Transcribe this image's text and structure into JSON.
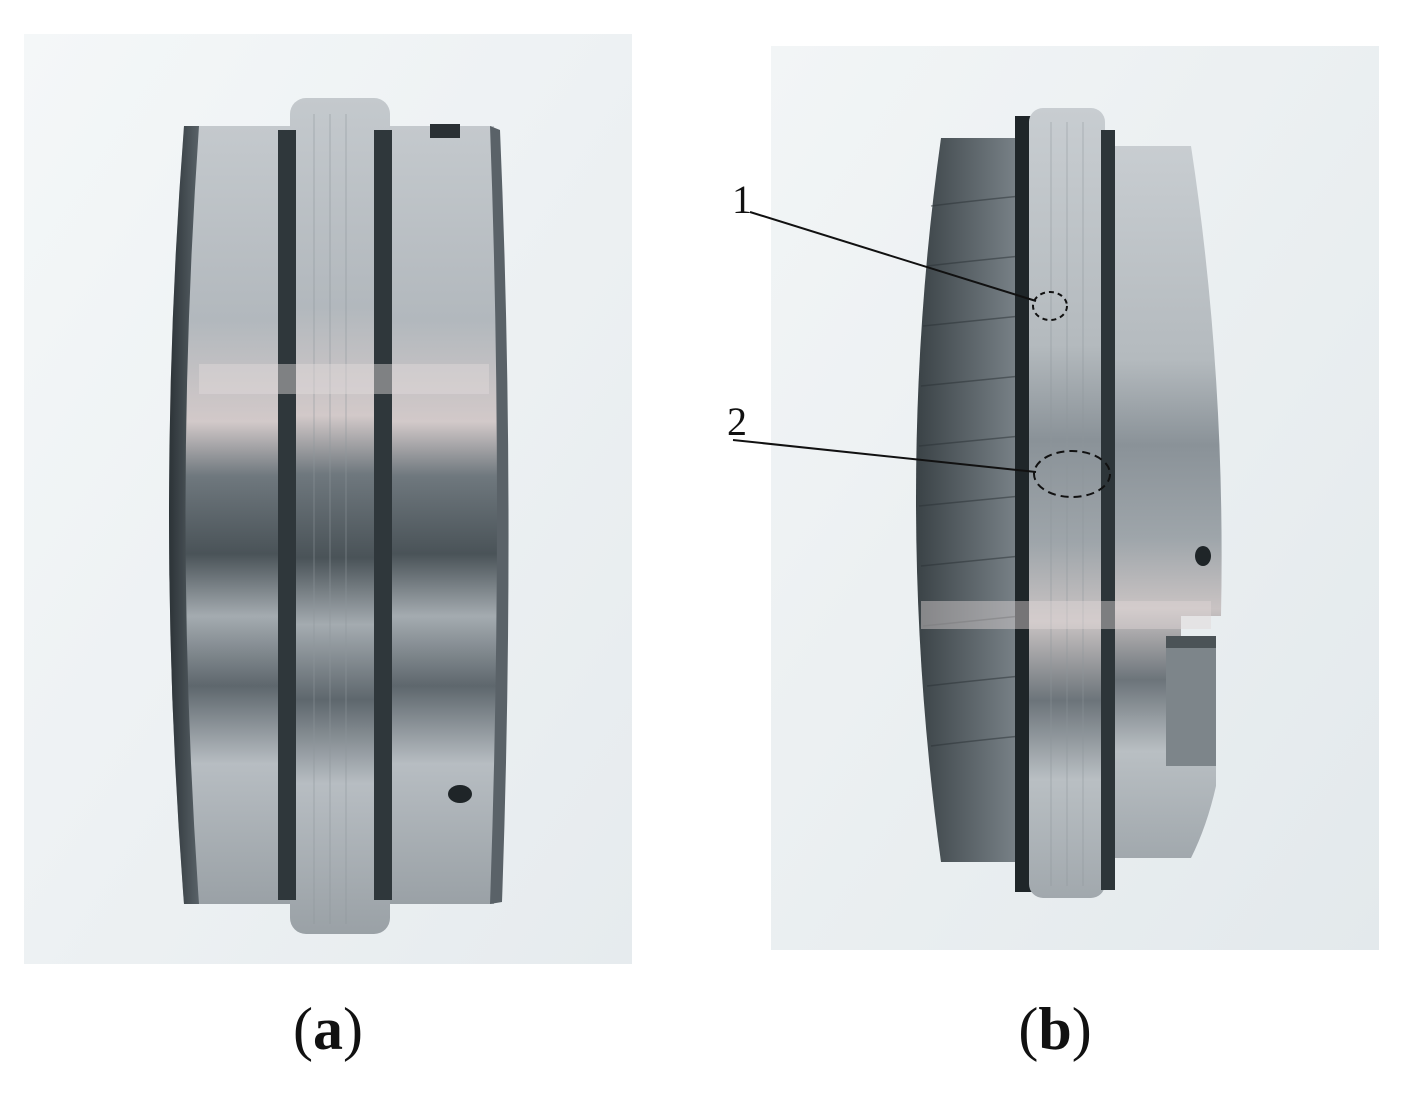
{
  "panels": [
    {
      "id": "a",
      "caption_open": "(",
      "caption_letter": "a",
      "caption_close": ")"
    },
    {
      "id": "b",
      "caption_open": "(",
      "caption_letter": "b",
      "caption_close": ")",
      "markers": [
        {
          "label": "1"
        },
        {
          "label": "2"
        }
      ]
    }
  ],
  "colors": {
    "background_photo": "#eef2f4",
    "metal_light": "#c9ced2",
    "metal_mid": "#8f979d",
    "metal_dark": "#3c4448",
    "annotation": "#111111"
  }
}
